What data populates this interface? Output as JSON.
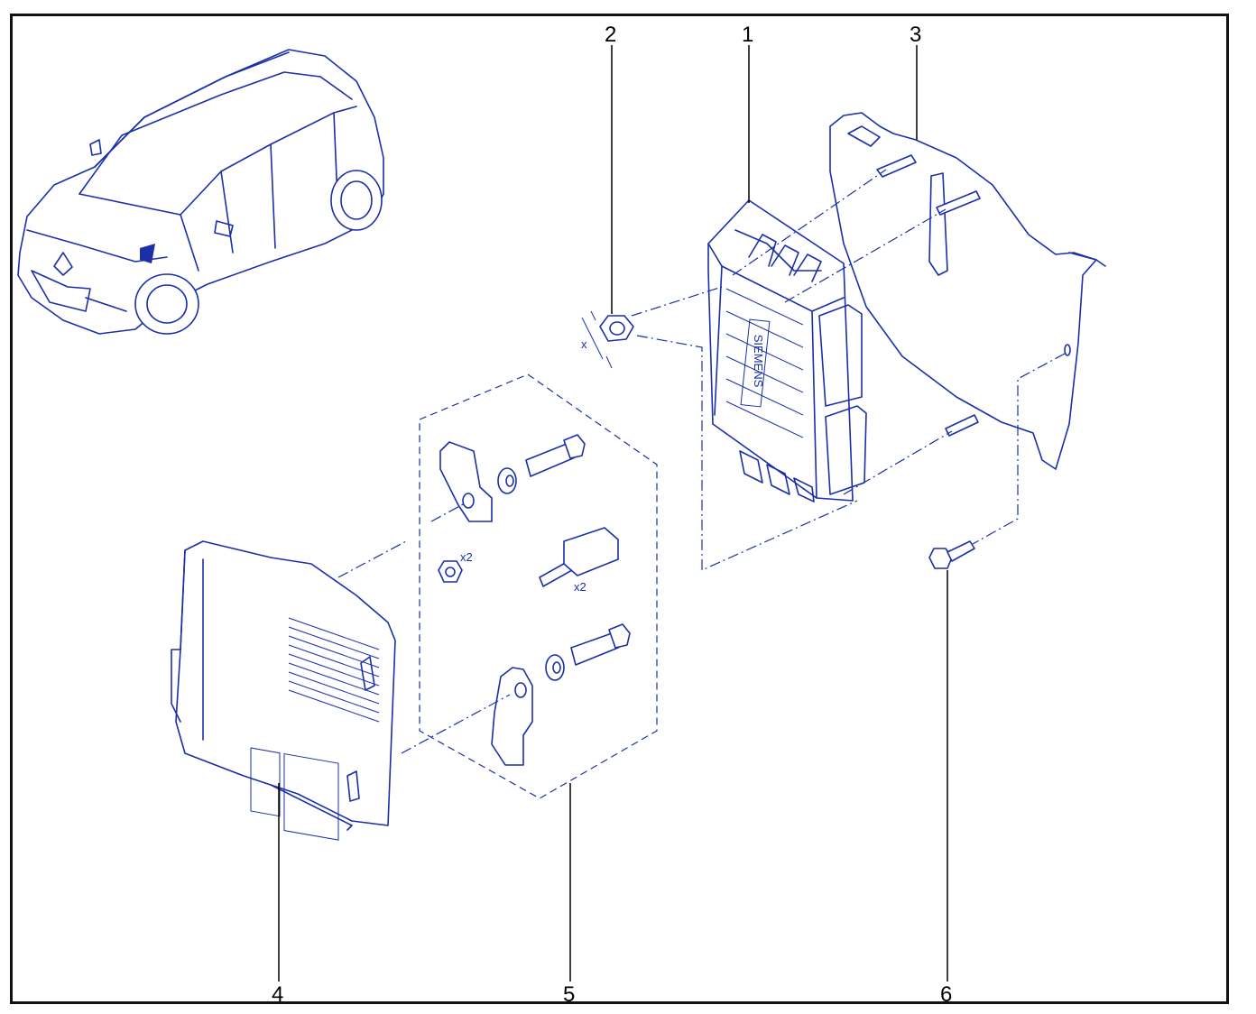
{
  "diagram": {
    "type": "exploded-parts-diagram",
    "line_color": "#1a2fa8",
    "frame_color": "#111111",
    "callouts": [
      "1",
      "2",
      "3",
      "4",
      "5",
      "6"
    ],
    "quantity_labels": {
      "nut": "x2",
      "spacer": "x2",
      "dimension": "x"
    },
    "brand_mark": "SIEMENS"
  }
}
